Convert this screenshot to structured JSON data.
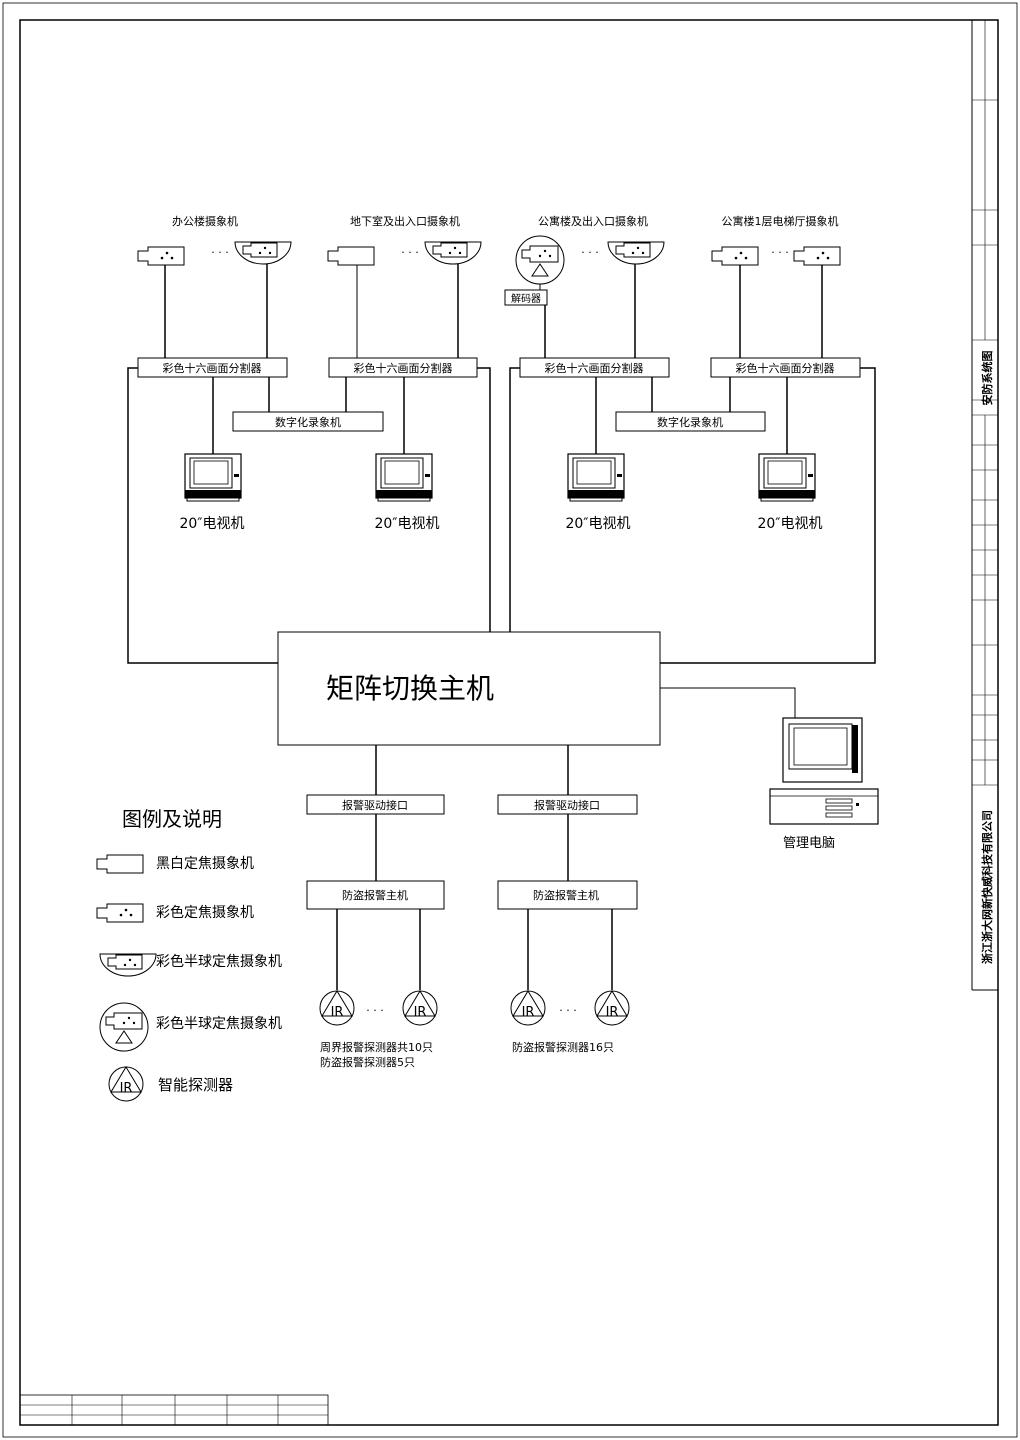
{
  "camera_groups": [
    {
      "label": "办公楼摄象机"
    },
    {
      "label": "地下室及出入口摄象机"
    },
    {
      "label": "公寓楼及出入口摄象机"
    },
    {
      "label": "公寓楼1层电梯厅摄象机"
    }
  ],
  "splitters": [
    {
      "label": "彩色十六画面分割器"
    },
    {
      "label": "彩色十六画面分割器"
    },
    {
      "label": "彩色十六画面分割器"
    },
    {
      "label": "彩色十六画面分割器"
    }
  ],
  "decoder_label": "解码器",
  "recorders": [
    {
      "label": "数字化录象机"
    },
    {
      "label": "数字化录象机"
    }
  ],
  "monitors": [
    {
      "label": "20″电视机"
    },
    {
      "label": "20″电视机"
    },
    {
      "label": "20″电视机"
    },
    {
      "label": "20″电视机"
    }
  ],
  "matrix_host_label": "矩阵切换主机",
  "computer_label": "管理电脑",
  "alarm_interfaces": [
    {
      "label": "报警驱动接口"
    },
    {
      "label": "报警驱动接口"
    }
  ],
  "alarm_hosts": [
    {
      "label": "防盗报警主机"
    },
    {
      "label": "防盗报警主机"
    }
  ],
  "detector_notes": {
    "left_line1": "周界报警探测器共10只",
    "left_line2": "防盗报警探测器5只",
    "right_line1": "防盗报警探测器16只"
  },
  "ir_label": "IR",
  "ellipsis": "· · ·",
  "legend": {
    "title": "图例及说明",
    "items": [
      {
        "label": "黑白定焦摄象机"
      },
      {
        "label": "彩色定焦摄象机"
      },
      {
        "label": "彩色半球定焦摄象机"
      },
      {
        "label": "彩色半球定焦摄象机"
      },
      {
        "label": "智能探测器"
      }
    ]
  },
  "title_block": {
    "company": "浙江浙大网新快威科技有限公司",
    "drawing_name": "安防系统图"
  }
}
